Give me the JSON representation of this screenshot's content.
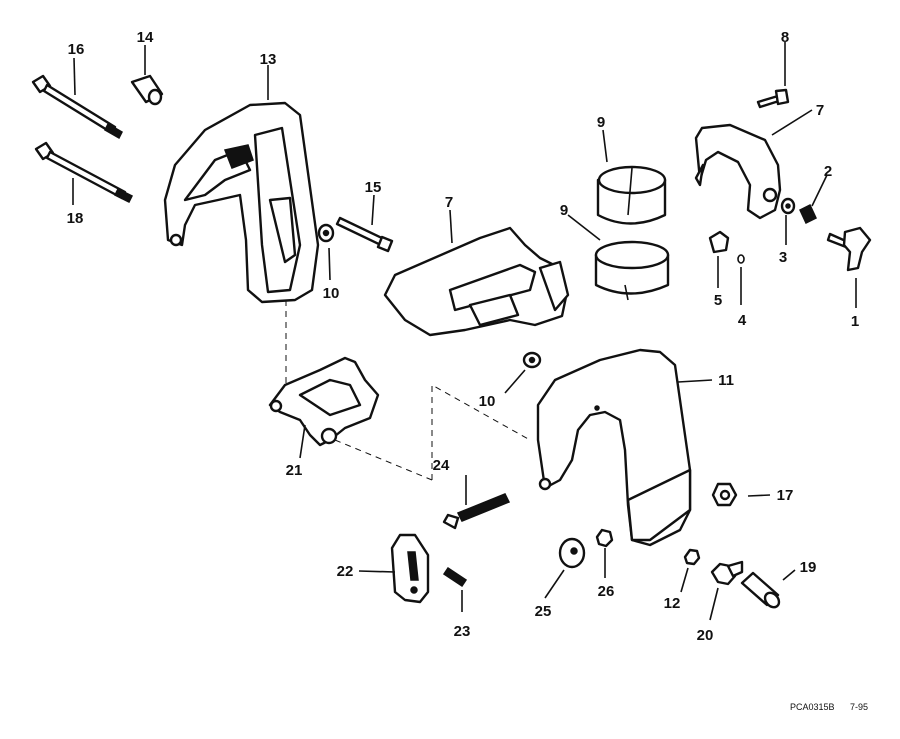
{
  "callouts": [
    {
      "id": "1",
      "label": "1"
    },
    {
      "id": "2",
      "label": "2"
    },
    {
      "id": "3",
      "label": "3"
    },
    {
      "id": "4",
      "label": "4"
    },
    {
      "id": "5",
      "label": "5"
    },
    {
      "id": "7a",
      "label": "7"
    },
    {
      "id": "7b",
      "label": "7"
    },
    {
      "id": "8",
      "label": "8"
    },
    {
      "id": "9a",
      "label": "9"
    },
    {
      "id": "9b",
      "label": "9"
    },
    {
      "id": "10a",
      "label": "10"
    },
    {
      "id": "10b",
      "label": "10"
    },
    {
      "id": "11",
      "label": "11"
    },
    {
      "id": "12",
      "label": "12"
    },
    {
      "id": "13",
      "label": "13"
    },
    {
      "id": "14",
      "label": "14"
    },
    {
      "id": "15",
      "label": "15"
    },
    {
      "id": "16",
      "label": "16"
    },
    {
      "id": "17",
      "label": "17"
    },
    {
      "id": "18",
      "label": "18"
    },
    {
      "id": "19",
      "label": "19"
    },
    {
      "id": "20",
      "label": "20"
    },
    {
      "id": "21",
      "label": "21"
    },
    {
      "id": "22",
      "label": "22"
    },
    {
      "id": "23",
      "label": "23"
    },
    {
      "id": "24",
      "label": "24"
    },
    {
      "id": "25",
      "label": "25"
    },
    {
      "id": "26",
      "label": "26"
    }
  ],
  "footer": {
    "code": "PCA0315B",
    "date": "7-95"
  }
}
